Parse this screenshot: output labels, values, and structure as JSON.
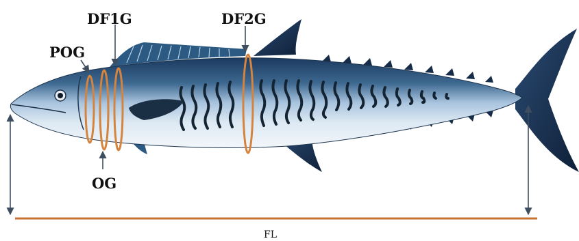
{
  "labels": {
    "dorsal_fin_1_girth": "DF1G",
    "dorsal_fin_2_girth": "DF2G",
    "pectoral_origin_girth": "POG",
    "operculum_girth": "OG",
    "fork_length": "FL"
  },
  "colors": {
    "measurement_line": "#c8722f",
    "girth_ring": "#d4843e",
    "arrow": "#3f4e5f",
    "fish_back": "#1f3f64",
    "fish_side": "#8fb0cf",
    "fish_belly": "#e9f1f7",
    "fish_stripe": "#142433",
    "fin_dark": "#172c48",
    "label_text": "#111111"
  },
  "icons": {
    "fish": "king-mackerel-illustration",
    "arrow": "arrow-icon"
  }
}
